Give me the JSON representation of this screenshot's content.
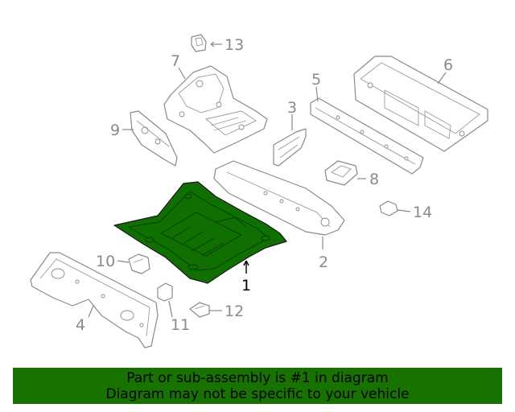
{
  "callouts": {
    "c1": "1",
    "c2": "2",
    "c3": "3",
    "c4": "4",
    "c5": "5",
    "c6": "6",
    "c7": "7",
    "c8": "8",
    "c9": "9",
    "c10": "10",
    "c11": "11",
    "c12": "12",
    "c13": "13",
    "c14": "14"
  },
  "highlight_part": "1",
  "colors": {
    "highlight_fill": "#0f6f00",
    "banner_background": "#177200",
    "line_gray": "#8a8a8a"
  },
  "banner": {
    "line1": "Part or sub-assembly is #1 in diagram",
    "line2": "Diagram may not be specific to your vehicle"
  }
}
